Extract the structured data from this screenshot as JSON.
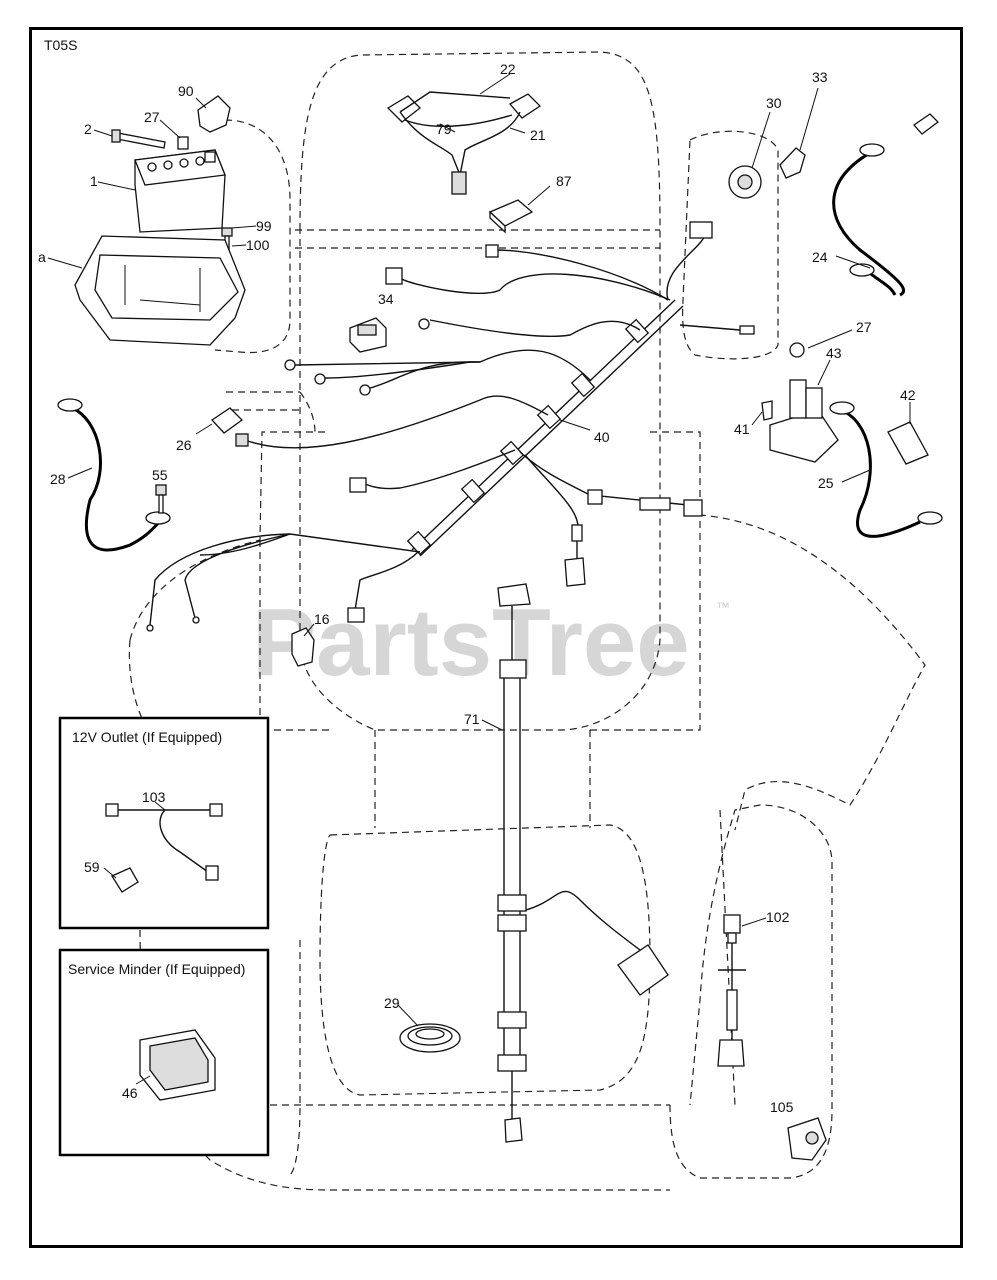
{
  "diagram": {
    "code": "T05S",
    "watermark": "PartsTree",
    "trademark": "™"
  },
  "insets": {
    "outlet": {
      "title": "12V Outlet (If Equipped)"
    },
    "minder": {
      "title": "Service Minder (If Equipped)"
    }
  },
  "callouts": {
    "c90": "90",
    "c2": "2",
    "c27a": "27",
    "c1": "1",
    "c99": "99",
    "c100": "100",
    "ca": "a",
    "c22": "22",
    "c79": "79",
    "c21": "21",
    "c87": "87",
    "c30": "30",
    "c33": "33",
    "c24": "24",
    "c34": "34",
    "c27b": "27",
    "c43": "43",
    "c42": "42",
    "c41": "41",
    "c25": "25",
    "c40": "40",
    "c26": "26",
    "c28": "28",
    "c55": "55",
    "c16": "16",
    "c71": "71",
    "c103": "103",
    "c59": "59",
    "c102": "102",
    "c29": "29",
    "c46": "46",
    "c105": "105"
  }
}
